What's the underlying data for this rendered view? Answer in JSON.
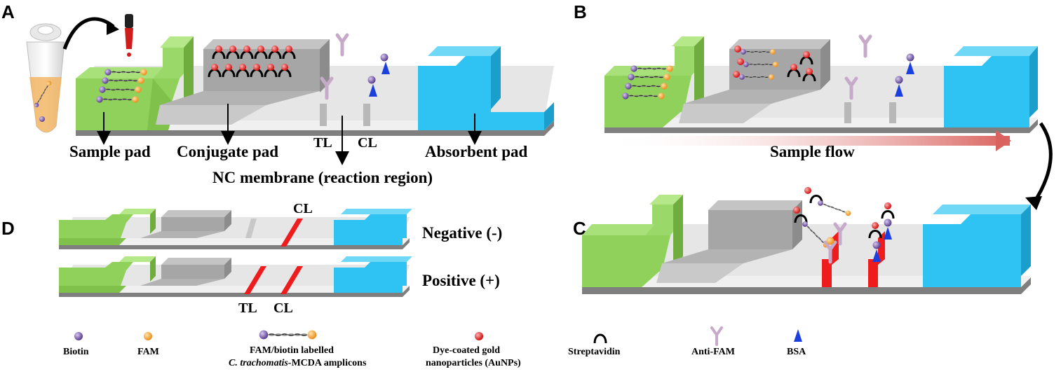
{
  "panels": {
    "a": "A",
    "b": "B",
    "c": "C",
    "d": "D"
  },
  "panel_a": {
    "sample_pad": "Sample pad",
    "conjugate_pad": "Conjugate pad",
    "tl": "TL",
    "cl": "CL",
    "absorbent_pad": "Absorbent pad",
    "nc_membrane": "NC membrane (reaction region)"
  },
  "panel_b": {
    "sample_flow": "Sample flow"
  },
  "panel_d": {
    "cl_top": "CL",
    "negative": "Negative (-)",
    "positive": "Positive (+)",
    "tl_bottom": "TL",
    "cl_bottom": "CL"
  },
  "legend": {
    "biotin": "Biotin",
    "fam": "FAM",
    "amplicons_line1": "FAM/biotin labelled",
    "amplicons_line2_italic": "C. trachomatis",
    "amplicons_line2_rest": "-MCDA amplicons",
    "aunps_line1": "Dye-coated gold",
    "aunps_line2": "nanoparticles (AuNPs)",
    "streptavidin": "Streptavidin",
    "anti_fam": "Anti-FAM",
    "bsa": "BSA"
  },
  "colors": {
    "sample_pad": "#8fd15a",
    "conjugate_pad": "#a6a6a6",
    "absorbent_pad": "#2ec3f2",
    "membrane": "#e6e6e6",
    "base": "#7f7f7f",
    "red_line": "#ee1c1c",
    "biotin": "#6b4fa0",
    "fam": "#f2a23a",
    "gold": "#e02020",
    "anti_fam": "#c7a9c9",
    "bsa": "#1c3fe0"
  }
}
